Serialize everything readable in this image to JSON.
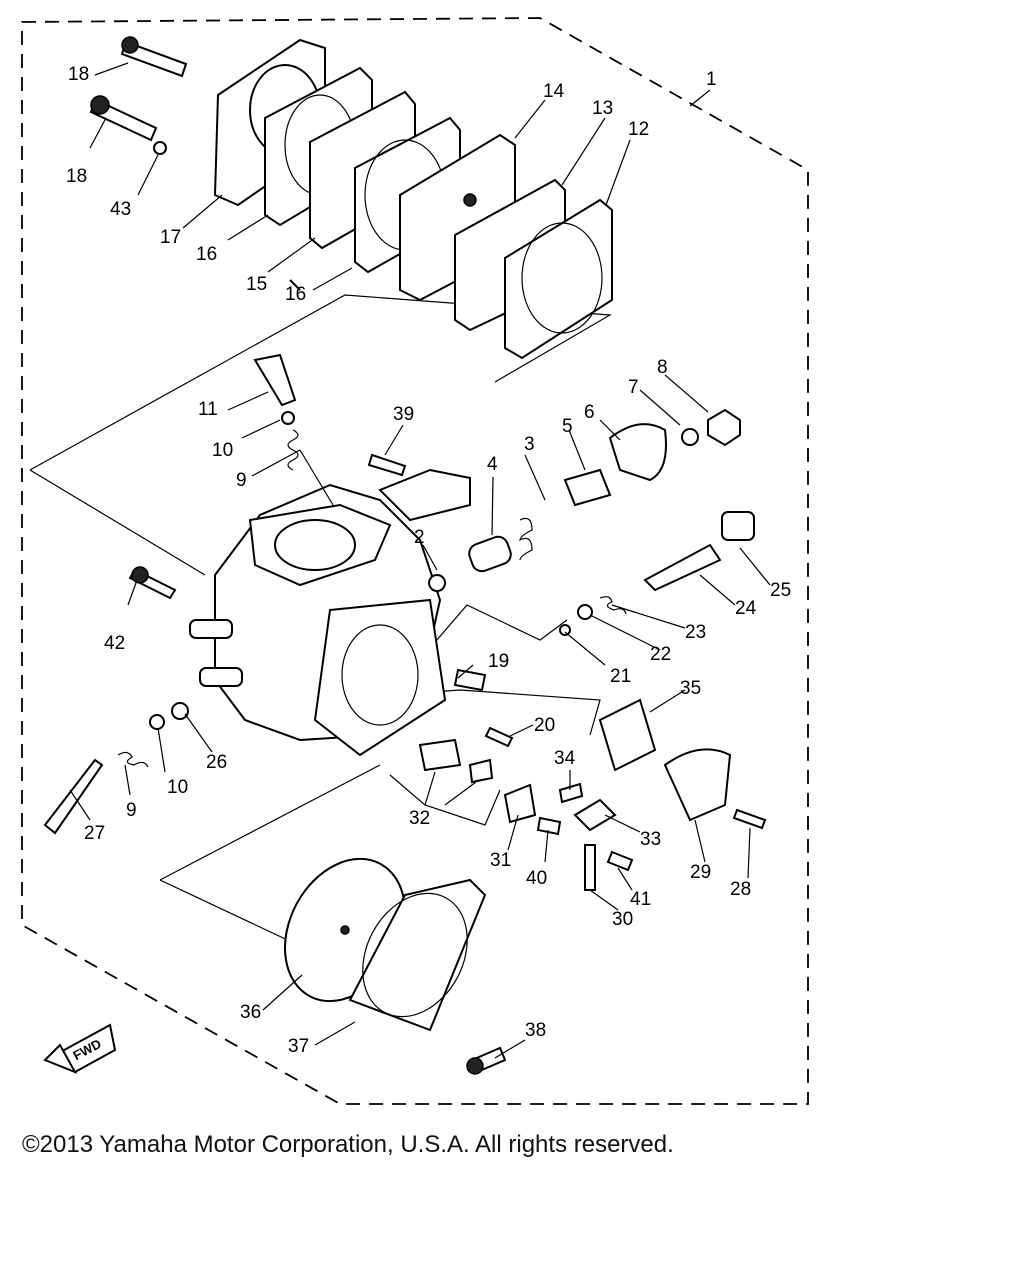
{
  "copyright": "©2013 Yamaha Motor Corporation, U.S.A. All rights reserved.",
  "fwd_label": "FWD",
  "labels": {
    "p1": "1",
    "p2": "2",
    "p3": "3",
    "p4": "4",
    "p5": "5",
    "p6": "6",
    "p7": "7",
    "p8": "8",
    "p9a": "9",
    "p9b": "9",
    "p10a": "10",
    "p10b": "10",
    "p11": "11",
    "p12": "12",
    "p13": "13",
    "p14": "14",
    "p15": "15",
    "p16a": "16",
    "p16b": "16",
    "p17": "17",
    "p18a": "18",
    "p18b": "18",
    "p19": "19",
    "p20": "20",
    "p21": "21",
    "p22": "22",
    "p23": "23",
    "p24": "24",
    "p25": "25",
    "p26": "26",
    "p27": "27",
    "p28": "28",
    "p29": "29",
    "p30": "30",
    "p31": "31",
    "p32": "32",
    "p33": "33",
    "p34": "34",
    "p35": "35",
    "p36": "36",
    "p37": "37",
    "p38": "38",
    "p39": "39",
    "p40": "40",
    "p41": "41",
    "p42": "42",
    "p43": "43"
  }
}
